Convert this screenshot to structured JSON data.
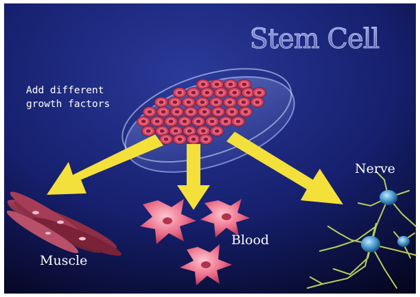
{
  "diagram": {
    "title": "Stem Cell",
    "instruction_line1": "Add different",
    "instruction_line2": "growth factors",
    "outputs": [
      {
        "label": "Muscle"
      },
      {
        "label": "Blood"
      },
      {
        "label": "Nerve"
      }
    ]
  },
  "colors": {
    "background_top": "#1b2a83",
    "background_bottom": "#07092a",
    "arrow": "#f6e23a",
    "cell": "#e0566d",
    "nerve_body": "#4f9fcf"
  }
}
